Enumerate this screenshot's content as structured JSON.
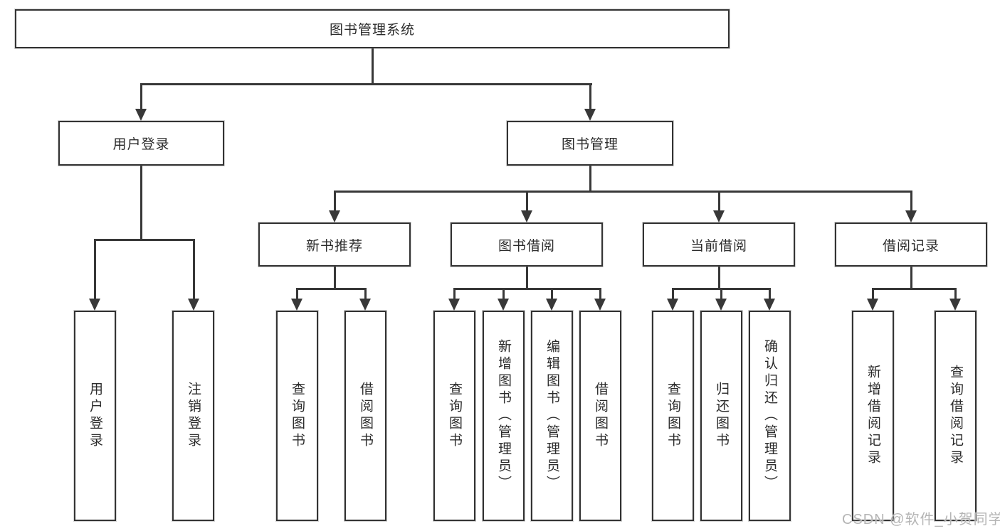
{
  "diagram_title": "图书管理系统",
  "tree": {
    "label": "图书管理系统",
    "children": [
      {
        "label": "用户登录",
        "children": [
          {
            "label": "用户登录"
          },
          {
            "label": "注销登录"
          }
        ]
      },
      {
        "label": "图书管理",
        "children": [
          {
            "label": "新书推荐",
            "children": [
              {
                "label": "查询图书"
              },
              {
                "label": "借阅图书"
              }
            ]
          },
          {
            "label": "图书借阅",
            "children": [
              {
                "label": "查询图书"
              },
              {
                "label": "新增图书（管理员）"
              },
              {
                "label": "编辑图书（管理员）"
              },
              {
                "label": "借阅图书"
              }
            ]
          },
          {
            "label": "当前借阅",
            "children": [
              {
                "label": "查询图书"
              },
              {
                "label": "归还图书"
              },
              {
                "label": "确认归还（管理员）"
              }
            ]
          },
          {
            "label": "借阅记录",
            "children": [
              {
                "label": "新增借阅记录"
              },
              {
                "label": "查询借阅记录"
              }
            ]
          }
        ]
      }
    ]
  },
  "watermark": "CSDN @软件_小贺同学",
  "colors": {
    "line": "#383838",
    "box_border": "#333333",
    "text": "#2b2b2b",
    "background": "#ffffff",
    "watermark": "#b5b5b5"
  }
}
